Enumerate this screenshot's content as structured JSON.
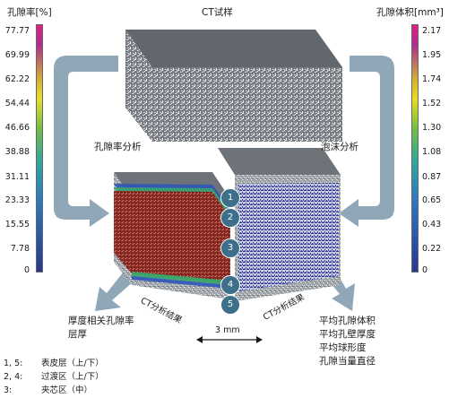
{
  "titles": {
    "center": "CT试样",
    "left_colorbar": "孔隙率[%]",
    "right_colorbar": "孔隙体积[mm³]"
  },
  "left_ticks": [
    "77.77",
    "69.99",
    "62.22",
    "54.44",
    "46.66",
    "38.88",
    "31.11",
    "23.33",
    "15.55",
    "7.78",
    "0"
  ],
  "right_ticks": [
    "2.17",
    "1.95",
    "1.74",
    "1.52",
    "1.30",
    "1.08",
    "0.87",
    "0.65",
    "0.43",
    "0.22",
    "0"
  ],
  "labels": {
    "porosity_analysis": "孔隙率分析",
    "foam_analysis": "泡沫分析",
    "ct_result_left": "CT分析结果",
    "ct_result_right": "CT分析结果",
    "scale": "3 mm"
  },
  "layer_numbers": [
    "1",
    "2",
    "3",
    "4",
    "5"
  ],
  "left_result": [
    "厚度相关孔隙率",
    "层厚"
  ],
  "right_result": [
    "平均孔隙体积",
    "平均孔壁厚度",
    "平均球形度",
    "孔隙当量直径"
  ],
  "legend": [
    {
      "key": "1, 5:",
      "value": "表皮层（上/下）"
    },
    {
      "key": "2, 4:",
      "value": "过渡区（上/下）"
    },
    {
      "key": "3:",
      "value": "夹芯区（中）"
    }
  ],
  "colors": {
    "arrow": "#8fa7b6",
    "circle": "#3d6e8a",
    "porosity_core": "#8e2b22",
    "foam_pores": "#2c3a9a"
  }
}
